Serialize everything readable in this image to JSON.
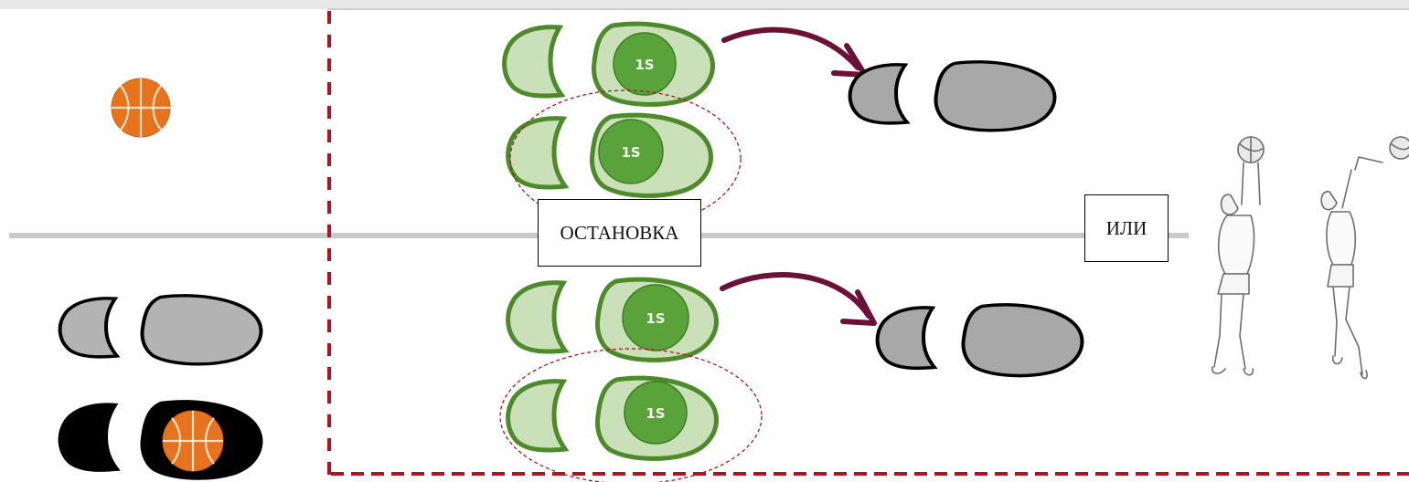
{
  "labels": {
    "stop": "ОСТАНОВКА",
    "or": "ИЛИ"
  },
  "step_badges": {
    "top_front": "1S",
    "top_back": "1S",
    "bottom_front": "1S",
    "bottom_back": "1S"
  },
  "colors": {
    "court_line": "#c9c9c9",
    "boundary": "#b0141e",
    "foot_green_fill": "#c9e0b8",
    "foot_green_stroke": "#4c8a2a",
    "badge_green": "#5aa23a",
    "arrow": "#6b1036",
    "foot_gray": "#a8a8a8",
    "ball": "#e8731e"
  }
}
